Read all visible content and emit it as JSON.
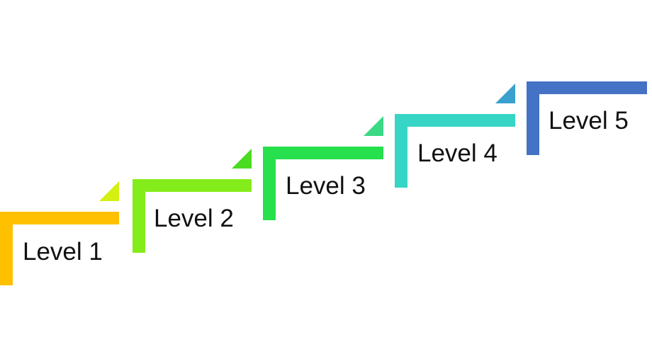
{
  "steps": [
    {
      "label": "Level 1",
      "color": "#FFC000",
      "accent": "#D4F012"
    },
    {
      "label": "Level 2",
      "color": "#84EC1A",
      "accent": "#4ADC20"
    },
    {
      "label": "Level 3",
      "color": "#27E04D",
      "accent": "#3BD984"
    },
    {
      "label": "Level 4",
      "color": "#36D5C6",
      "accent": "#3AA0CE"
    },
    {
      "label": "Level 5",
      "color": "#4472C4",
      "accent": null
    }
  ]
}
